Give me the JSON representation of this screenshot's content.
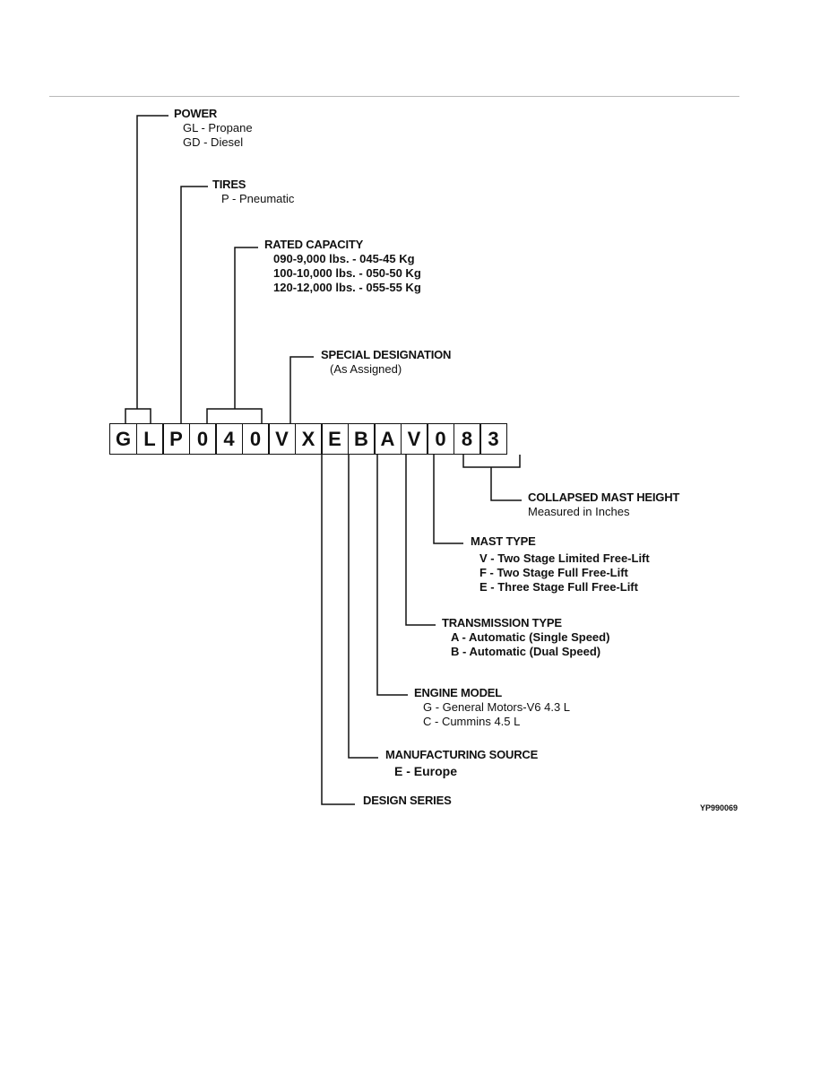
{
  "code": [
    "G",
    "L",
    "P",
    "0",
    "4",
    "0",
    "V",
    "X",
    "E",
    "B",
    "A",
    "V",
    "0",
    "8",
    "3"
  ],
  "labels": {
    "power": {
      "title": "POWER",
      "items": [
        "GL - Propane",
        "GD - Diesel"
      ]
    },
    "tires": {
      "title": "TIRES",
      "items": [
        "P - Pneumatic"
      ]
    },
    "capacity": {
      "title": "RATED CAPACITY",
      "items": [
        "090-9,000 lbs. - 045-45 Kg",
        "100-10,000 lbs. - 050-50 Kg",
        "120-12,000 lbs. - 055-55 Kg"
      ]
    },
    "special": {
      "title": "SPECIAL DESIGNATION",
      "items": [
        "(As Assigned)"
      ]
    },
    "mast_height": {
      "title": "COLLAPSED MAST HEIGHT",
      "items": [
        "Measured in Inches"
      ]
    },
    "mast_type": {
      "title": "MAST TYPE",
      "items": [
        "V - Two Stage Limited Free-Lift",
        "F - Two Stage Full Free-Lift",
        "E - Three Stage Full Free-Lift"
      ]
    },
    "transmission": {
      "title": "TRANSMISSION TYPE",
      "items": [
        "A - Automatic (Single Speed)",
        "B - Automatic (Dual Speed)"
      ]
    },
    "engine": {
      "title": "ENGINE MODEL",
      "items": [
        "G - General Motors-V6 4.3 L",
        "C - Cummins 4.5 L"
      ]
    },
    "source": {
      "title": "MANUFACTURING SOURCE",
      "items": [
        "E - Europe"
      ]
    },
    "design": {
      "title": "DESIGN SERIES"
    }
  },
  "figure_id": "YP990069"
}
